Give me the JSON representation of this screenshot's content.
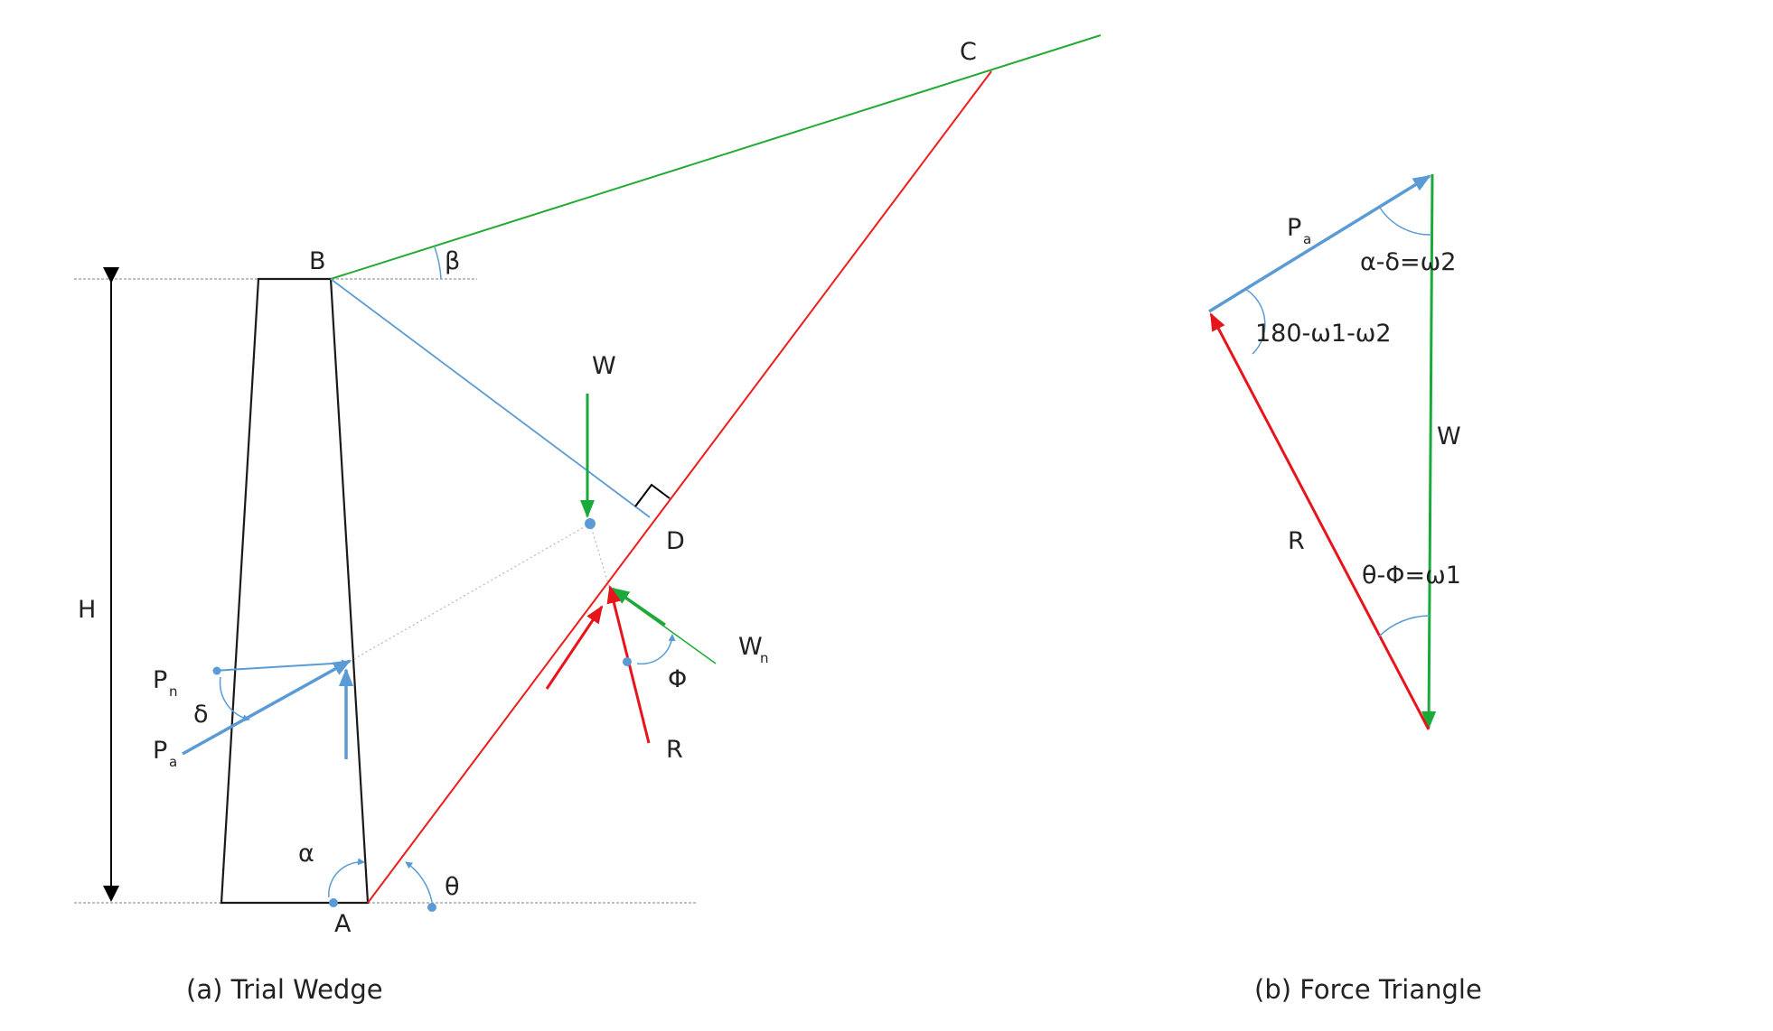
{
  "colors": {
    "wall": "#1a1a1a",
    "ground_guide": "#9a9a9a",
    "backfill": "#22aa33",
    "failure_plane": "#ee1c1c",
    "earth_pressure": "#5b9bd5",
    "weight": "#1aaa3a",
    "reaction": "#e8141b",
    "dotted_guide": "#b8b8b8"
  },
  "trial_wedge": {
    "caption": "(a) Trial Wedge",
    "point_labels": {
      "A": "A",
      "B": "B",
      "C": "C",
      "D": "D"
    },
    "height_label": "H",
    "angle_labels": {
      "beta": "β",
      "alpha": "α",
      "theta": "θ",
      "delta": "δ",
      "phi": "Φ"
    },
    "force_labels": {
      "W": "W",
      "R": "R",
      "Pn_main": "P",
      "Pn_sub": "n",
      "Pa_main": "P",
      "Pa_sub": "a",
      "Wn_main": "W",
      "Wn_sub": "n"
    }
  },
  "force_triangle": {
    "caption": "(b) Force Triangle",
    "Pa_main": "P",
    "Pa_sub": "a",
    "W": "W",
    "R": "R",
    "angle_top": "α-δ=ω2",
    "angle_left": "180-ω1-ω2",
    "angle_bottom": "θ-Φ=ω1"
  }
}
